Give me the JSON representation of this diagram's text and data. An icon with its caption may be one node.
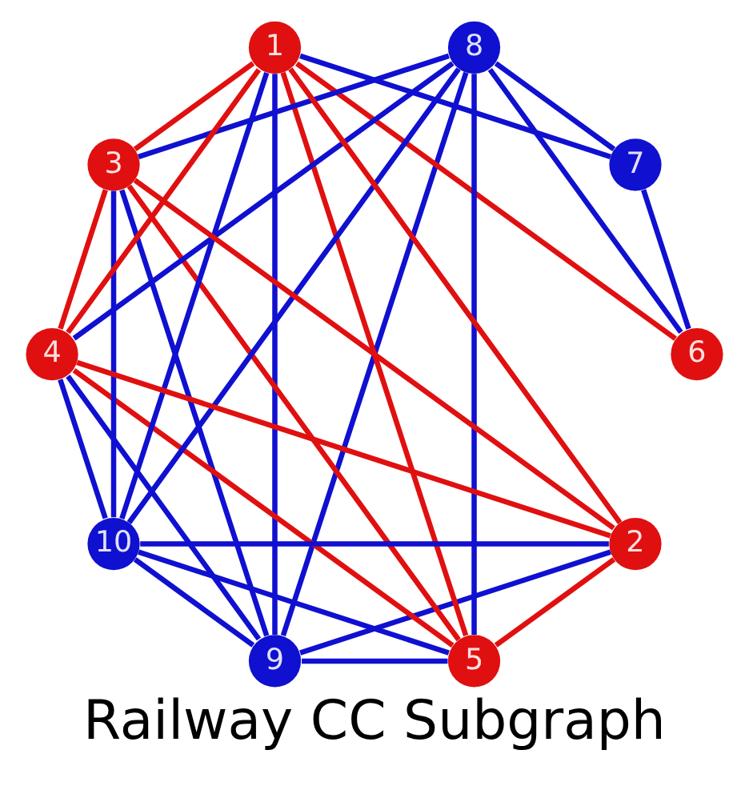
{
  "diagram": {
    "caption": "Railway CC Subgraph",
    "nodes": [
      {
        "text": [
          "9"
        ]
      },
      {
        "text": [
          "6"
        ]
      },
      {
        "text": [
          "5"
        ]
      },
      {
        "text": [
          "8"
        ]
      },
      {
        "text": [
          "10"
        ]
      },
      {
        "text": [
          "1"
        ]
      },
      {
        "text": [
          "2"
        ]
      },
      {
        "text": [
          "4"
        ]
      },
      {
        "text": [
          "7"
        ]
      },
      {
        "text": [
          "3"
        ]
      }
    ],
    "edges": [
      {
        "from": 0,
        "to": 2,
        "arrow": "none"
      },
      {
        "from": 0,
        "to": 4,
        "arrow": "none"
      },
      {
        "from": 0,
        "to": 6,
        "arrow": "none"
      },
      {
        "from": 0,
        "to": 9,
        "arrow": "none"
      },
      {
        "from": 0,
        "to": 7,
        "arrow": "none"
      },
      {
        "from": 0,
        "to": 5,
        "arrow": "none"
      },
      {
        "from": 0,
        "to": 3,
        "arrow": "none"
      },
      {
        "from": 1,
        "to": 3,
        "arrow": "none"
      },
      {
        "from": 1,
        "to": 5,
        "arrow": "none",
        "color": "#e01010"
      },
      {
        "from": 1,
        "to": 8,
        "arrow": "none"
      },
      {
        "from": 2,
        "to": 3,
        "arrow": "none"
      },
      {
        "from": 2,
        "to": 4,
        "arrow": "none"
      },
      {
        "from": 2,
        "to": 6,
        "arrow": "none",
        "color": "#e01010"
      },
      {
        "from": 2,
        "to": 5,
        "arrow": "none",
        "color": "#e01010"
      },
      {
        "from": 2,
        "to": 7,
        "arrow": "none",
        "color": "#e01010"
      },
      {
        "from": 2,
        "to": 9,
        "arrow": "none",
        "color": "#e01010"
      },
      {
        "from": 3,
        "to": 4,
        "arrow": "none"
      },
      {
        "from": 3,
        "to": 7,
        "arrow": "none"
      },
      {
        "from": 3,
        "to": 8,
        "arrow": "none"
      },
      {
        "from": 3,
        "to": 9,
        "arrow": "none"
      },
      {
        "from": 4,
        "to": 5,
        "arrow": "none"
      },
      {
        "from": 4,
        "to": 6,
        "arrow": "none"
      },
      {
        "from": 4,
        "to": 7,
        "arrow": "none"
      },
      {
        "from": 4,
        "to": 9,
        "arrow": "none"
      },
      {
        "from": 5,
        "to": 6,
        "arrow": "none",
        "color": "#e01010"
      },
      {
        "from": 5,
        "to": 8,
        "arrow": "none"
      },
      {
        "from": 5,
        "to": 7,
        "arrow": "none",
        "color": "#e01010"
      },
      {
        "from": 5,
        "to": 9,
        "arrow": "none",
        "color": "#e01010"
      },
      {
        "from": 6,
        "to": 7,
        "arrow": "none",
        "color": "#e01010"
      },
      {
        "from": 6,
        "to": 9,
        "arrow": "none",
        "color": "#e01010"
      },
      {
        "from": 7,
        "to": 9,
        "arrow": "none",
        "color": "#e01010"
      }
    ]
  }
}
